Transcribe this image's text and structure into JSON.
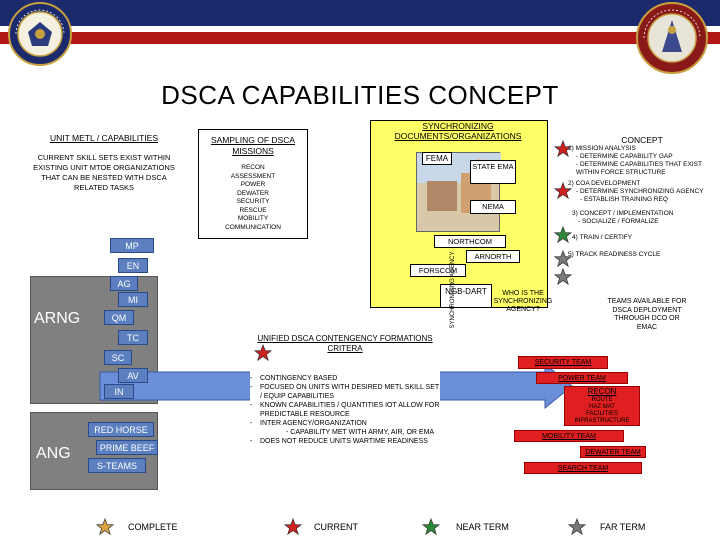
{
  "title": "DSCA CAPABILITIES CONCEPT",
  "seal_left": {
    "text": "DEPARTMENT OF DEFENSE · NATIONAL GUARD BUREAU"
  },
  "seal_right": {
    "text": "NATIONAL GUARD"
  },
  "unit_metl": {
    "heading": "UNIT METL / CAPABILITIES",
    "body": "CURRENT SKILL SETS EXIST WITHIN EXISTING UNIT MTOE ORGANIZATIONS THAT CAN BE NESTED WITH DSCA RELATED TASKS"
  },
  "sampling": {
    "heading": "SAMPLING OF DSCA MISSIONS",
    "items": [
      "RECON",
      "ASSESSMENT",
      "POWER",
      "DEWATER",
      "SECURITY",
      "RESCUE",
      "MOBILITY",
      "COMMUNICATION"
    ]
  },
  "sync": {
    "heading": "SYNCHRONIZING DOCUMENTS/ORGANIZATIONS",
    "fema": "FEMA",
    "state_ema": "STATE EMA",
    "nema": "NEMA",
    "northcom": "NORTHCOM",
    "arnorth": "ARNORTH",
    "forscom": "FORSCOM",
    "ngb_dart": "NGB-DART",
    "who": "WHO IS THE SYNCHRONIZING AGENCY?",
    "vertical": "SYNCHRONIZING AGENCY"
  },
  "concept": {
    "heading": "CONCEPT",
    "step1": "1) MISSION ANALYSIS",
    "step1a": "- DETERMINE CAPABILITY GAP",
    "step1b": "- DETERMINE CAPABILITIES THAT EXIST WITHIN FORCE STRUCTURE",
    "step2": "2) COA DEVELOPMENT",
    "step2a": "- DETERMINE SYNCHRONIZING AGENCY",
    "step2b": "- ESTABLISH TRAINING REQ",
    "step3": "3) CONCEPT / IMPLEMENTATION",
    "step3a": "- SOCIALIZE / FORMALIZE",
    "step4": "4) TRAIN / CERTIFY",
    "step5": "5) TRACK READINESS CYCLE"
  },
  "teams_available": "TEAMS AVAILABLE FOR DSCA DEPLOYMENT THROUGH DCO OR EMAC",
  "arng": {
    "label": "ARNG",
    "units": [
      "MP",
      "EN",
      "AG",
      "MI",
      "QM",
      "TC",
      "SC",
      "AV",
      "IN"
    ]
  },
  "ang": {
    "label": "ANG",
    "units": [
      "RED HORSE",
      "PRIME BEEF",
      "S-TEAMS"
    ]
  },
  "unified": {
    "heading": "UNIFIED DSCA CONTENGENCY FORMATIONS CRITERA",
    "bullets": [
      "CONTINGENCY BASED",
      "FOCUSED ON UNITS WITH DESIRED METL SKILL SET / EQUIP CAPABILITIES",
      "KNOWN CAPABILITIES / QUANTITIES IOT ALLOW FOR PREDICTABLE RESOURCE",
      "INTER AGENCY/ORGANIZATION",
      "DOES NOT REDUCE UNITS WARTIME READINESS"
    ],
    "sub": "- CAPABILITY MET WITH ARMY, AIR, OR EMA"
  },
  "teams": {
    "security": "SECURITY TEAM",
    "power": "POWER TEAM",
    "recon": "RECON",
    "recon_items": [
      "ROUTE",
      "HAZ MAT",
      "FACILITIES",
      "INFRASTRUCTURE"
    ],
    "mobility": "MOBILITY TEAM",
    "dewater": "DEWATER TEAM",
    "search": "SEARCH TEAM"
  },
  "legend": {
    "complete": "COMPLETE",
    "current": "CURRENT",
    "near_term": "NEAR TERM",
    "far_term": "FAR TERM"
  },
  "colors": {
    "header_red": "#b01818",
    "header_blue": "#1a2a6c",
    "sync_yellow": "#ffff66",
    "unit_blue": "#5b7fbf",
    "team_red": "#e02020",
    "arrow_blue": "#6a8fd8",
    "grey_block": "#808080",
    "star_complete": "#d9a441",
    "star_current": "#d02020",
    "star_near": "#2a8a3a",
    "star_far": "#7a7a7a"
  }
}
